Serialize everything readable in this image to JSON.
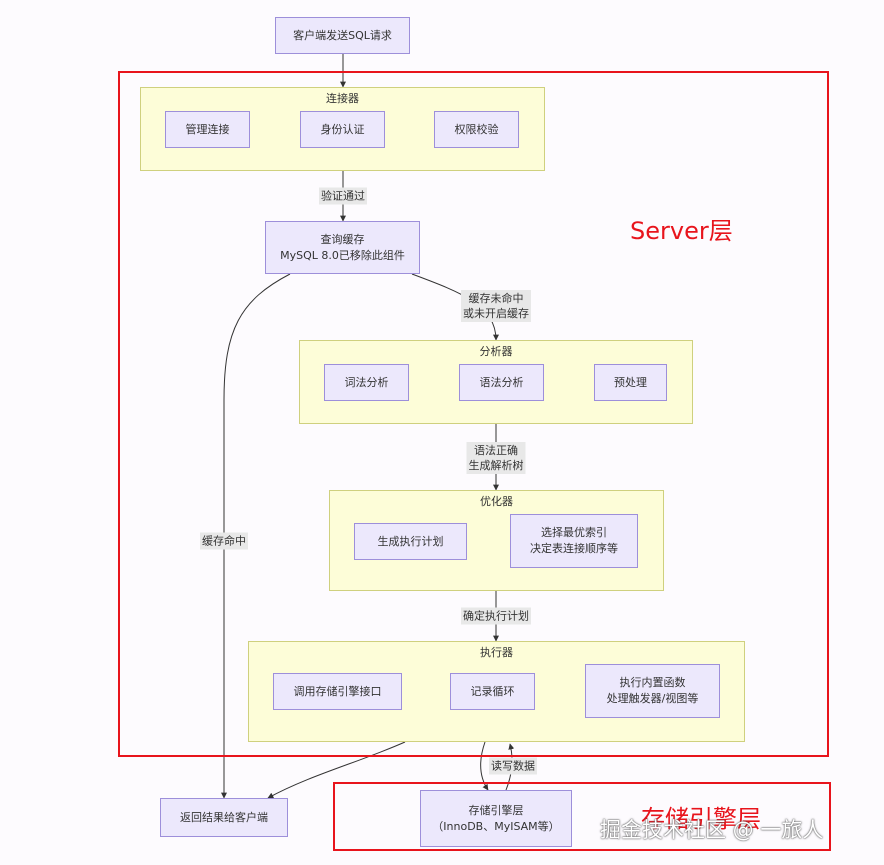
{
  "nodes": {
    "client_request": "客户端发送SQL请求",
    "manage_conn": "管理连接",
    "identity_auth": "身份认证",
    "perm_check": "权限校验",
    "query_cache": "查询缓存\nMySQL 8.0已移除此组件",
    "lexical": "词法分析",
    "syntax": "语法分析",
    "preprocess": "预处理",
    "gen_plan": "生成执行计划",
    "choose_index": "选择最优索引\n决定表连接顺序等",
    "call_engine": "调用存储引擎接口",
    "record_loop": "记录循环",
    "exec_builtin": "执行内置函数\n处理触发器/视图等",
    "return_client": "返回结果给客户端",
    "storage_engine": "存储引擎层\n（InnoDB、MyISAM等）"
  },
  "groups": {
    "connector": "连接器",
    "analyzer": "分析器",
    "optimizer": "优化器",
    "executor": "执行器"
  },
  "edge_labels": {
    "auth_passed": "验证通过",
    "cache_miss": "缓存未命中\n或未开启缓存",
    "syntax_ok": "语法正确\n生成解析树",
    "plan_decided": "确定执行计划",
    "cache_hit": "缓存命中",
    "read_write": "读写数据"
  },
  "annotations": {
    "server_layer": "Server层",
    "storage_layer": "存储引擎层",
    "watermark": "掘金技术社区 @ 一旅人"
  },
  "colors": {
    "node_fill": "#ece8fc",
    "node_border": "#9d8fda",
    "group_fill": "#fdfdd8",
    "group_border": "#cfd07e",
    "highlight": "#e8141c",
    "edge": "#333333"
  }
}
